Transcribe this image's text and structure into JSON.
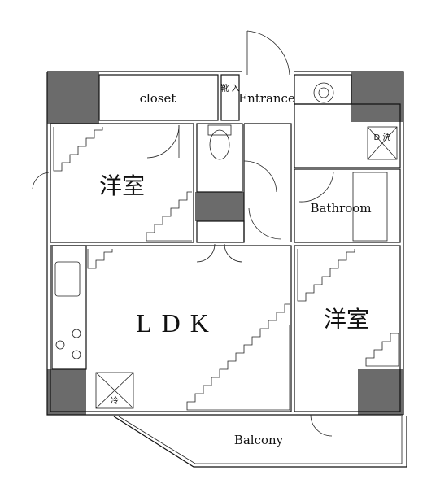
{
  "rooms": {
    "closet": "closet",
    "shoe_box": "靴\n入",
    "entrance": "Entrance",
    "western_room_1": "洋室",
    "bathroom": "Bathroom",
    "ldk": "LDK",
    "western_room_2": "洋室",
    "balcony": "Balcony"
  },
  "fixtures": {
    "washer": "D\n洗",
    "fridge": "冷"
  },
  "colors": {
    "wall": "#6b6b6b",
    "line": "#111111",
    "background": "#ffffff"
  }
}
